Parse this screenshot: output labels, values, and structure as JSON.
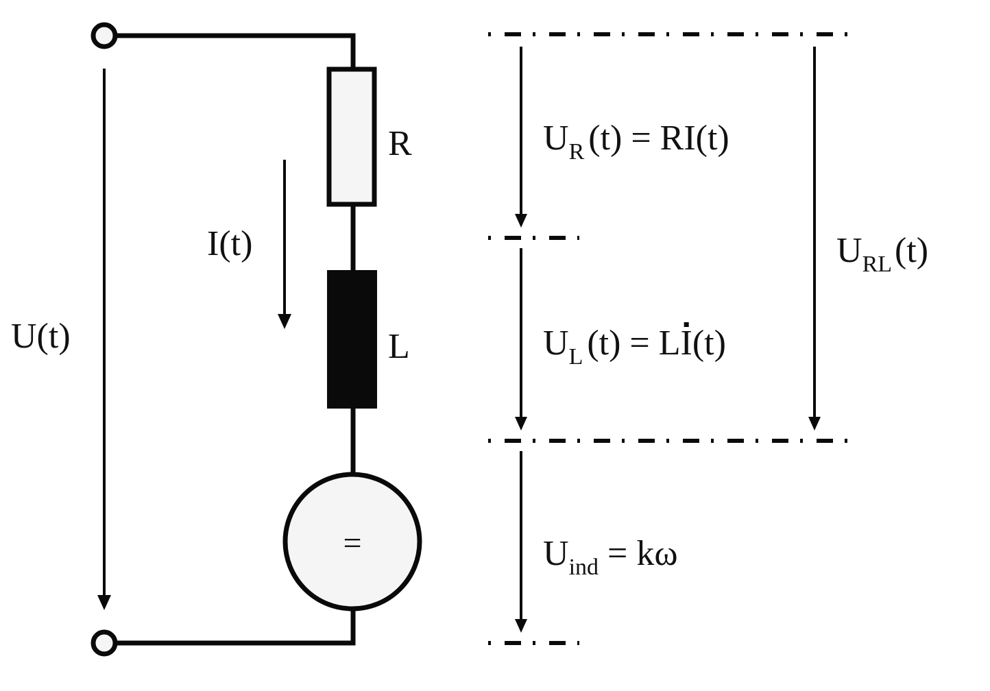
{
  "diagram": {
    "type": "RL circuit with induced voltage source",
    "colors": {
      "stroke": "#0a0a0a",
      "component_fill": "#f5f5f5",
      "inductor_fill": "#0a0a0a",
      "background": "#ffffff"
    },
    "labels": {
      "input_voltage": "U(t)",
      "current": "I(t)",
      "resistor": "R",
      "inductor": "L",
      "source_symbol": "="
    },
    "equations": {
      "ur": {
        "main": "U",
        "sub": "R",
        "rest": "(t) = RI(t)"
      },
      "ul": {
        "main": "U",
        "sub": "L",
        "rest_before": "(t) = L",
        "dotted": "I",
        "rest_after": "(t)"
      },
      "uind": {
        "main": "U",
        "sub": "ind",
        "rest": " = kω"
      },
      "url": {
        "main": "U",
        "sub": "RL",
        "rest": "(t)"
      }
    }
  }
}
